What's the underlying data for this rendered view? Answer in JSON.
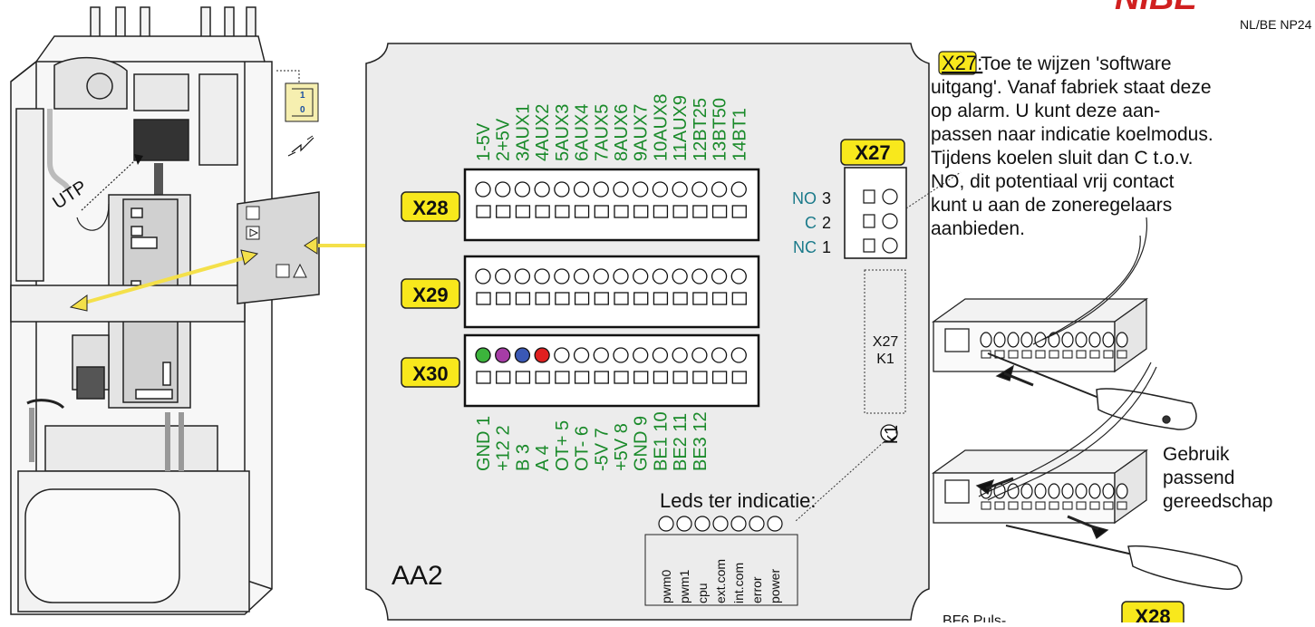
{
  "brand": {
    "logo_text": "NIBE",
    "model_code": "NL/BE NP24"
  },
  "unit": {
    "utp_label": "UTP",
    "switch_on": "1",
    "switch_off": "0"
  },
  "board": {
    "name": "AA2",
    "blocks": [
      {
        "label": "X28",
        "terminals": [
          "1-5V",
          "2+5V",
          "3AUX1",
          "4AUX2",
          "5AUX3",
          "6AUX4",
          "7AUX5",
          "8AUX6",
          "9AUX7",
          "10AUX8",
          "11AUX9",
          "12BT25",
          "13BT50",
          "14BT1"
        ]
      },
      {
        "label": "X29"
      },
      {
        "label": "X30",
        "terminals": [
          "GND 1",
          "+12 2",
          "B 3",
          "A 4",
          "OT+ 5",
          "OT- 6",
          "-5V 7",
          "+5V 8",
          "GND 9",
          "BE1 10",
          "BE2 11",
          "BE3 12"
        ]
      }
    ],
    "x30_colors": [
      "#3cb43c",
      "#a63ca6",
      "#3a58b5",
      "#e02020"
    ],
    "relay": {
      "label": "X27",
      "pins": [
        {
          "name": "NO",
          "num": "3"
        },
        {
          "name": "C",
          "num": "2"
        },
        {
          "name": "NC",
          "num": "1"
        }
      ]
    },
    "relay_module": {
      "line1": "X27",
      "line2": "K1"
    },
    "k1_label": "k1",
    "leds": {
      "title": "Leds ter indicatie:",
      "labels": [
        "pwm0",
        "pwm1",
        "cpu",
        "ext.com",
        "int.com",
        "error",
        "power"
      ]
    }
  },
  "note_x27": {
    "tag": "X27:",
    "lines": [
      "Toe te wijzen 'software",
      "uitgang'. Vanaf fabriek staat deze",
      "op alarm. U kunt deze aan-",
      "passen naar indicatie koelmodus.",
      "Tijdens koelen sluit dan C t.o.v.",
      "NO, dit potentiaal vrij contact",
      "kunt u aan de zoneregelaars",
      "aanbieden."
    ]
  },
  "tool_note": {
    "lines": [
      "Gebruik",
      "passend",
      "gereedschap"
    ]
  },
  "bottom": {
    "bf6_text": "BF6 Puls-",
    "x28_tag": "X28"
  },
  "colors": {
    "tag_fill": "#f8e81c",
    "tag_stroke": "#222222",
    "terminal_green": "#1a8a2a",
    "pin_teal": "#1a7a8a",
    "board_fill": "#ececec",
    "arrow_yellow": "#f4e04a"
  }
}
